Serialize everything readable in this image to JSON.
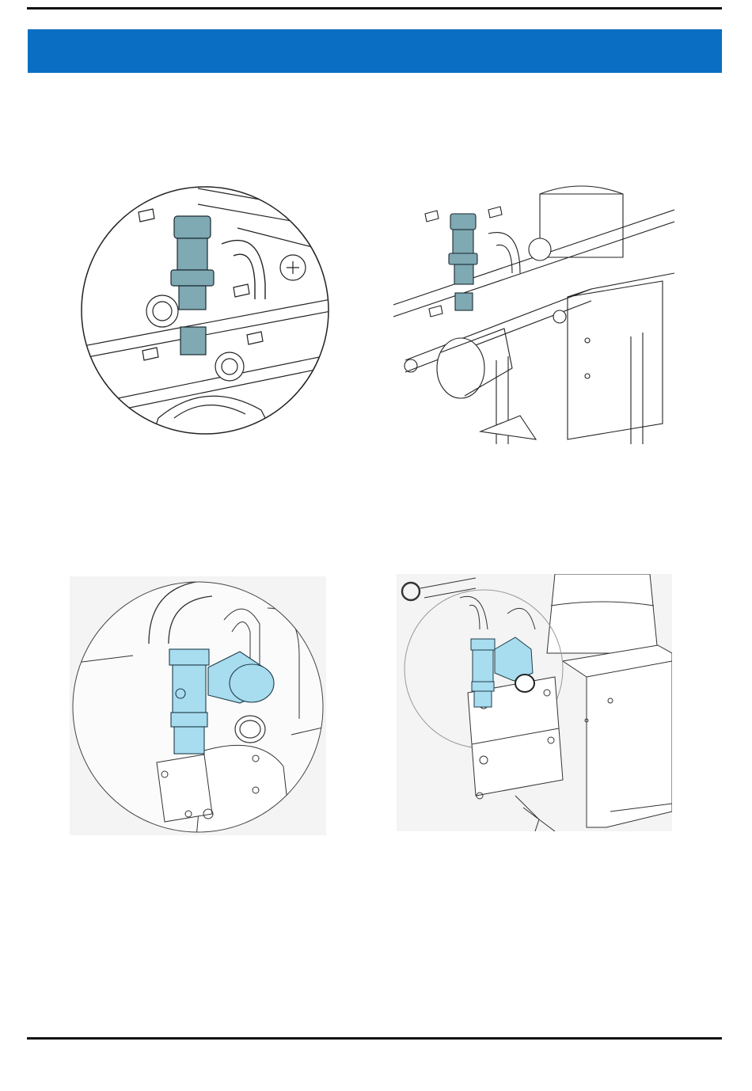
{
  "header": {
    "banner_color": "#0a6fc2"
  },
  "figures": [
    {
      "name": "valve-detail-zoom",
      "highlight": "#7fa9b3"
    },
    {
      "name": "valve-assembly-overview",
      "highlight": "#7fa9b3"
    },
    {
      "name": "pump-manifold-detail-zoom",
      "highlight": "#a8dcef"
    },
    {
      "name": "pump-manifold-overview",
      "highlight": "#a8dcef"
    }
  ]
}
